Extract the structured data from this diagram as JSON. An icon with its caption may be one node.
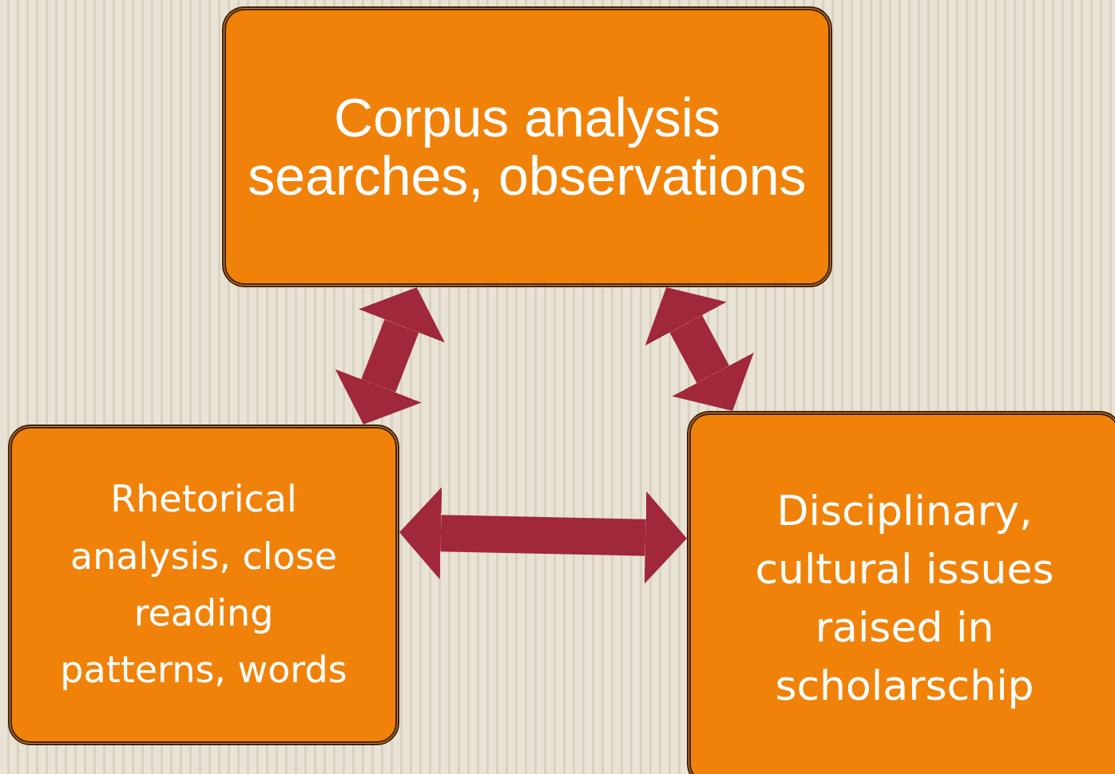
{
  "diagram": {
    "nodes": [
      {
        "text": [
          "Corpus analysis searches, observations"
        ]
      },
      {
        "text": [
          "Rhetorical analysis, close reading patterns, words"
        ]
      },
      {
        "text": [
          "Disciplinary, cultural issues raised in scholarschip"
        ]
      }
    ],
    "edges": [
      {
        "from": 1,
        "to": 0,
        "arrow": "both"
      },
      {
        "from": 0,
        "to": 2,
        "arrow": "both"
      },
      {
        "from": 1,
        "to": 2,
        "arrow": "both"
      }
    ]
  }
}
